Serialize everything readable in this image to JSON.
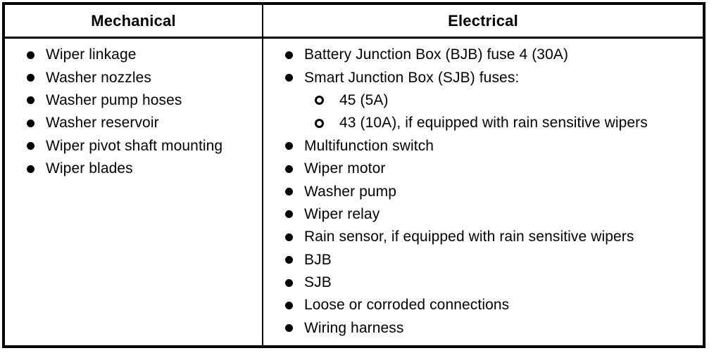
{
  "colors": {
    "background": "#ffffff",
    "border": "#000000",
    "text": "#000000"
  },
  "table": {
    "columns": [
      {
        "header": "Mechanical",
        "items": [
          {
            "level": 1,
            "bullet": "filled-circle",
            "text": "Wiper linkage"
          },
          {
            "level": 1,
            "bullet": "filled-circle",
            "text": "Washer nozzles"
          },
          {
            "level": 1,
            "bullet": "filled-circle",
            "text": "Washer pump hoses"
          },
          {
            "level": 1,
            "bullet": "filled-circle",
            "text": "Washer reservoir"
          },
          {
            "level": 1,
            "bullet": "filled-circle",
            "text": "Wiper pivot shaft mounting"
          },
          {
            "level": 1,
            "bullet": "filled-circle",
            "text": "Wiper blades"
          }
        ]
      },
      {
        "header": "Electrical",
        "items": [
          {
            "level": 1,
            "bullet": "filled-circle",
            "text": "Battery Junction Box (BJB) fuse 4 (30A)"
          },
          {
            "level": 1,
            "bullet": "filled-circle",
            "text": "Smart Junction Box (SJB) fuses:"
          },
          {
            "level": 2,
            "bullet": "open-circle",
            "text": "45 (5A)"
          },
          {
            "level": 2,
            "bullet": "open-circle",
            "text": "43 (10A), if equipped with rain sensitive wipers"
          },
          {
            "level": 1,
            "bullet": "filled-circle",
            "text": "Multifunction switch"
          },
          {
            "level": 1,
            "bullet": "filled-circle",
            "text": "Wiper motor"
          },
          {
            "level": 1,
            "bullet": "filled-circle",
            "text": "Washer pump"
          },
          {
            "level": 1,
            "bullet": "filled-circle",
            "text": "Wiper relay"
          },
          {
            "level": 1,
            "bullet": "filled-circle",
            "text": "Rain sensor, if equipped with rain sensitive wipers"
          },
          {
            "level": 1,
            "bullet": "filled-circle",
            "text": "BJB"
          },
          {
            "level": 1,
            "bullet": "filled-circle",
            "text": "SJB"
          },
          {
            "level": 1,
            "bullet": "filled-circle",
            "text": "Loose or corroded connections"
          },
          {
            "level": 1,
            "bullet": "filled-circle",
            "text": "Wiring harness"
          }
        ]
      }
    ]
  }
}
